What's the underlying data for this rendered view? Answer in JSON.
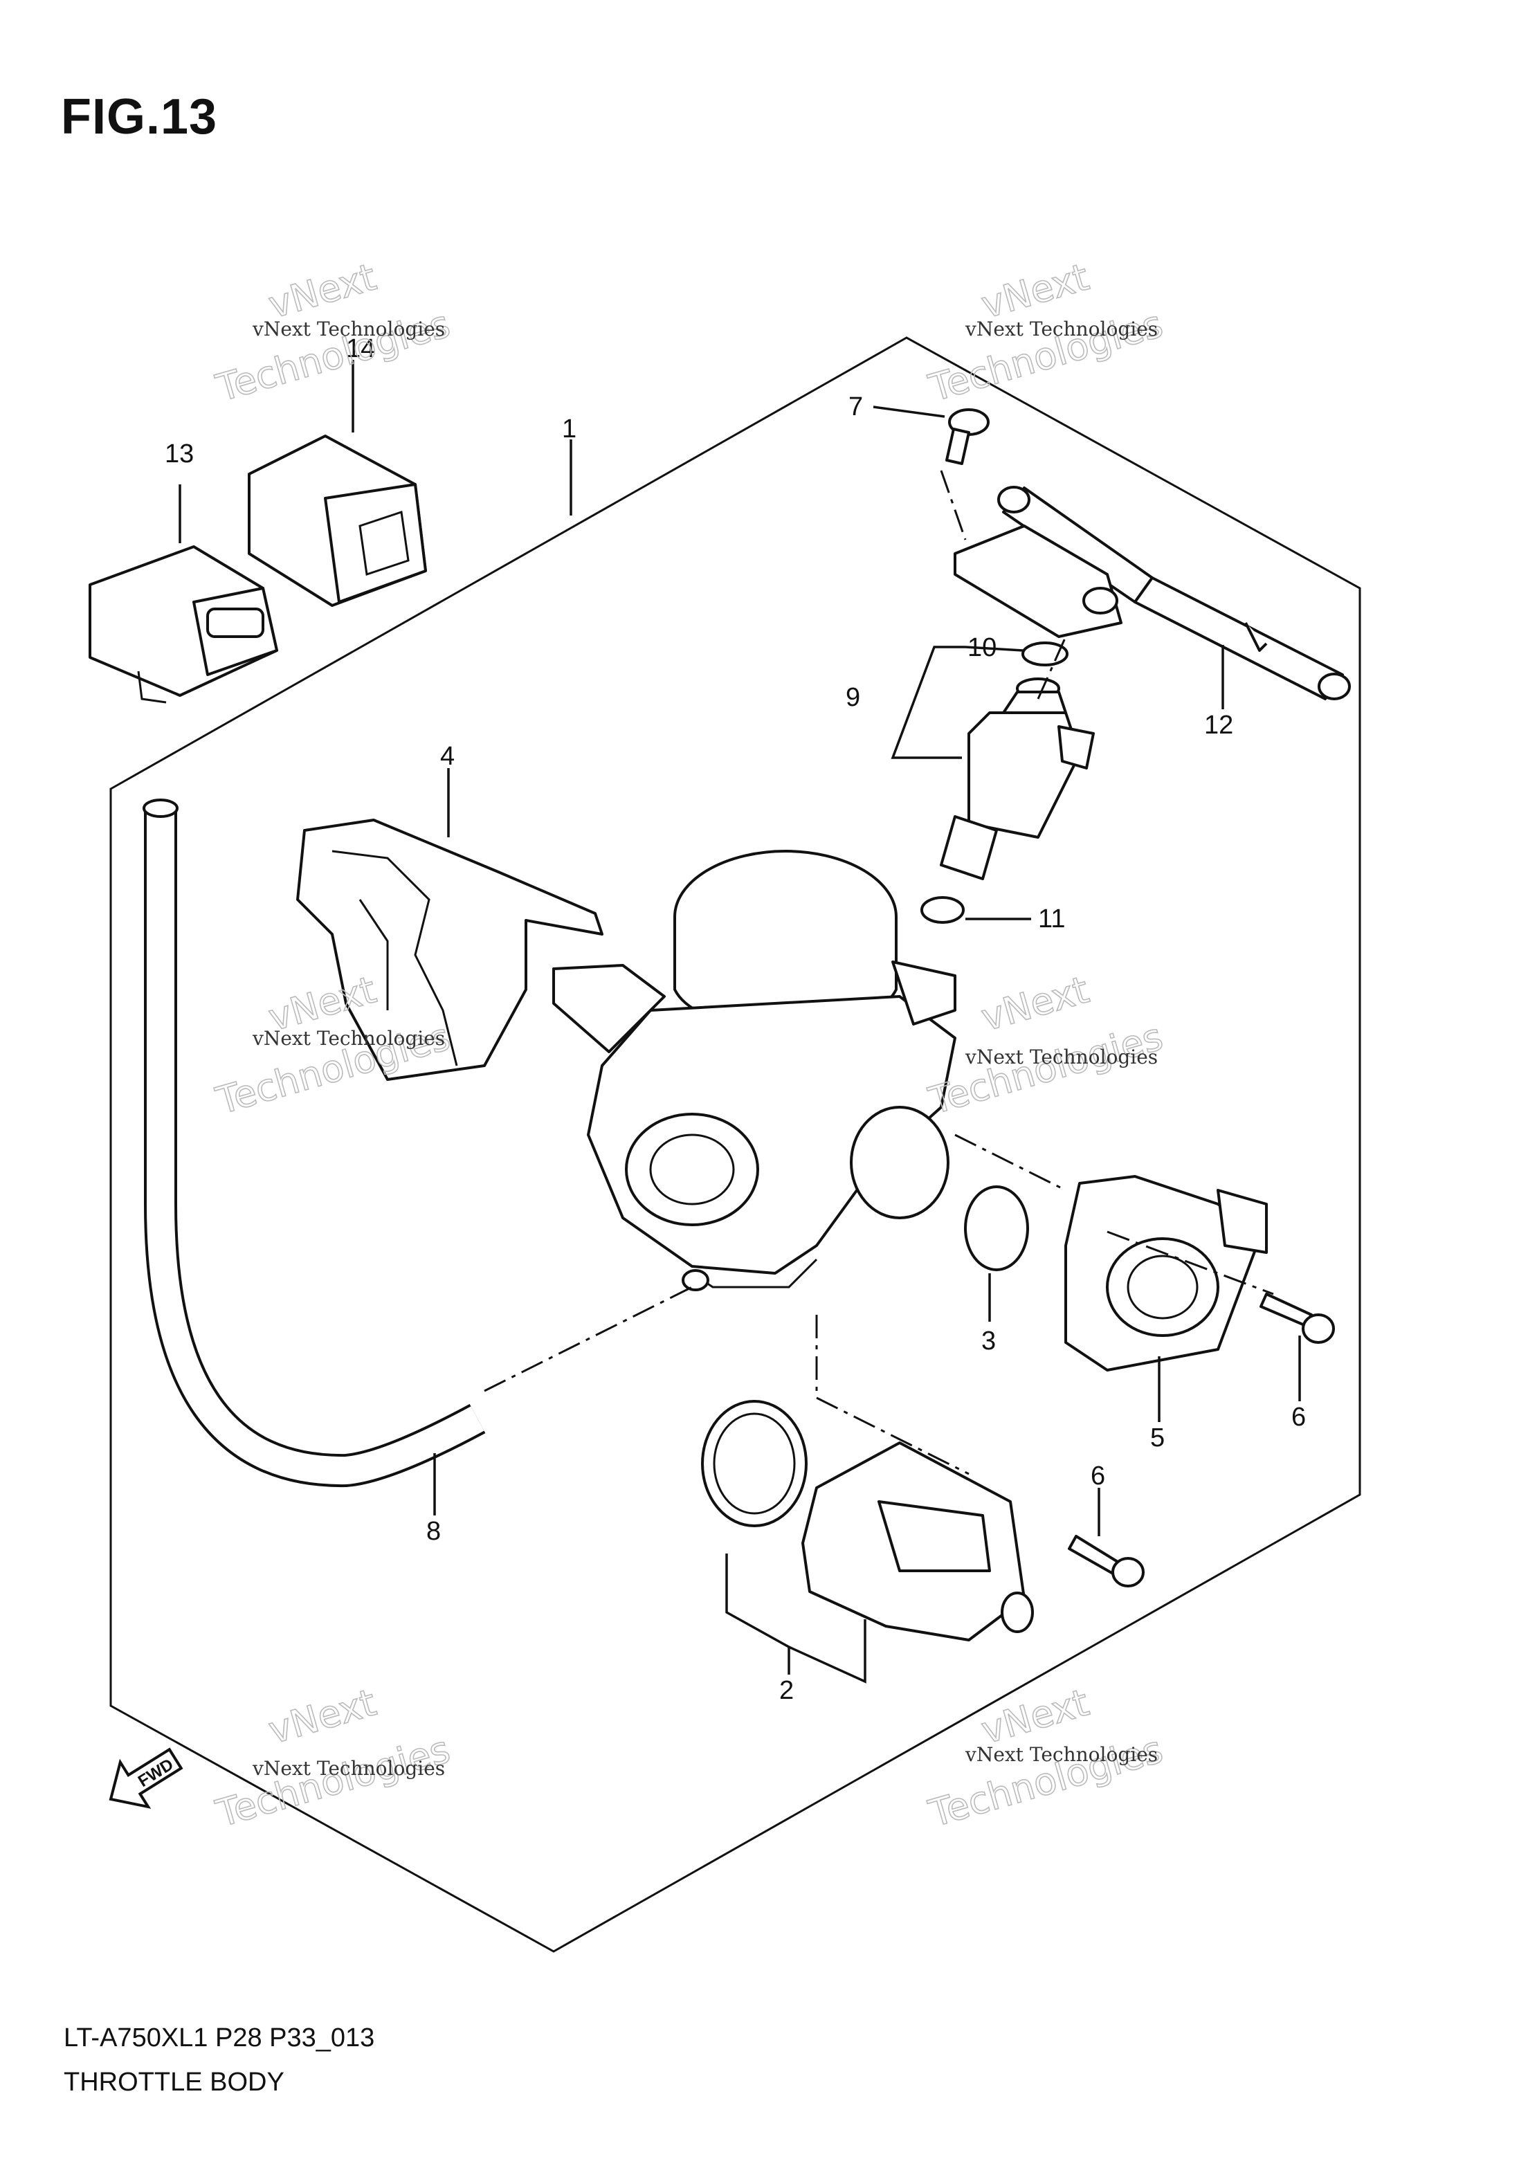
{
  "figure": {
    "title": "FIG.13"
  },
  "footer": {
    "model_code": "LT-A750XL1 P28 P33_013",
    "name": "THROTTLE BODY"
  },
  "callouts": [
    "1",
    "2",
    "3",
    "4",
    "5",
    "6",
    "6",
    "7",
    "8",
    "9",
    "10",
    "11",
    "12",
    "13",
    "14"
  ],
  "watermark": {
    "small": "vNext Technologies",
    "big_top": "vNext",
    "big_bottom": "Technologies"
  },
  "fwd_label": "FWD",
  "icons": [
    "fwd-arrow-icon"
  ]
}
